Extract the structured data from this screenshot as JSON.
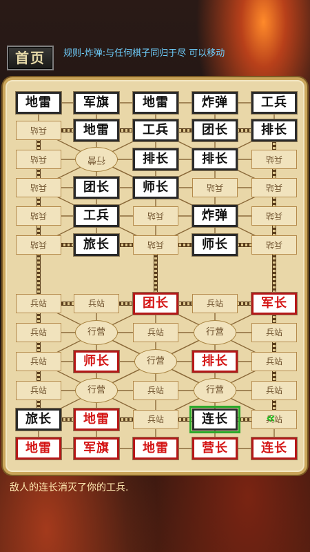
{
  "header": {
    "home_label": "首页",
    "rules_text": "规则-炸弹:与任何棋子同归于尽 可以移动"
  },
  "board": {
    "station_label": "兵站",
    "camp_label": "行营",
    "enemy_rows": [
      [
        "地雷",
        "军旗",
        "地雷",
        "炸弹",
        "工兵"
      ],
      [
        "",
        "地雷",
        "工兵",
        "团长",
        "排长"
      ],
      [
        "",
        "",
        "排长",
        "排长",
        ""
      ],
      [
        "",
        "团长",
        "师长",
        "",
        ""
      ],
      [
        "",
        "工兵",
        "",
        "炸弹",
        ""
      ],
      [
        "",
        "旅长",
        "",
        "师长",
        ""
      ]
    ],
    "player_rows": [
      [
        "",
        "",
        "团长",
        "",
        "军长"
      ],
      [
        "",
        "",
        "",
        "",
        ""
      ],
      [
        "",
        "师长",
        "",
        "排长",
        ""
      ],
      [
        "",
        "",
        "",
        "",
        ""
      ],
      [
        "旅长",
        "地雷",
        "",
        "连长",
        ""
      ],
      [
        "地雷",
        "军旗",
        "地雷",
        "营长",
        "连长"
      ]
    ],
    "move_arrow": "«"
  },
  "status": {
    "message": "敌人的连长消灭了你的工兵."
  },
  "colors": {
    "enemy_piece": "#111111",
    "player_piece": "#d41515",
    "selected": "#2aa82a",
    "board": "#e9d7a8",
    "rules_text": "#6fd0ff"
  }
}
